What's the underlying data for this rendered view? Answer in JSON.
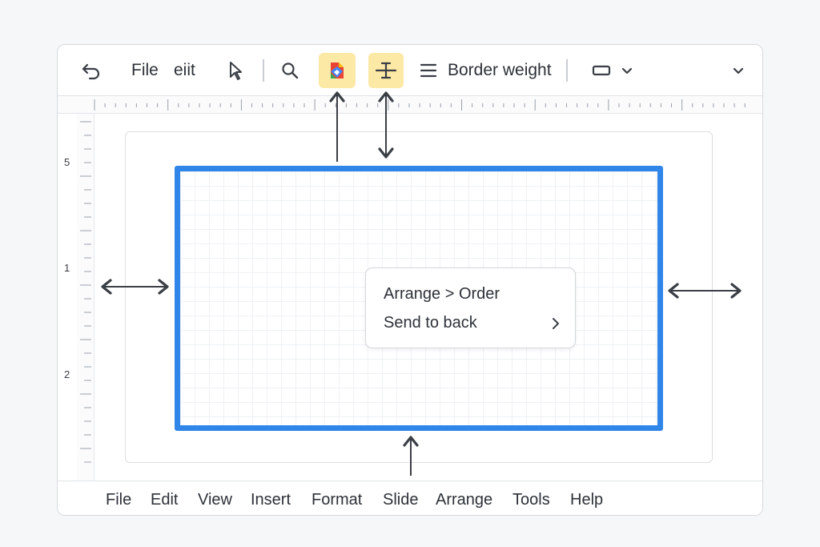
{
  "toolbar": {
    "file_label": "File",
    "edit_label": "eiit",
    "border_weight_label": "Border weight",
    "icons": [
      "undo-icon",
      "select-cursor-icon",
      "search-icon",
      "paint-format-icon",
      "move-guide-icon",
      "menu-lines-icon",
      "rectangle-shape-icon",
      "chevron-down-icon"
    ]
  },
  "vertical_ruler": {
    "labels": [
      "5",
      "1",
      "2"
    ]
  },
  "context_menu": {
    "row1": "Arrange > Order",
    "row2": "Send to back"
  },
  "menubar": {
    "items": [
      "File",
      "Edit",
      "View",
      "Insert",
      "Format",
      "Slide",
      "Arrange",
      "Tools",
      "Help"
    ]
  },
  "colors": {
    "selection_border": "#2f86e8",
    "highlight": "#fde9a6"
  }
}
